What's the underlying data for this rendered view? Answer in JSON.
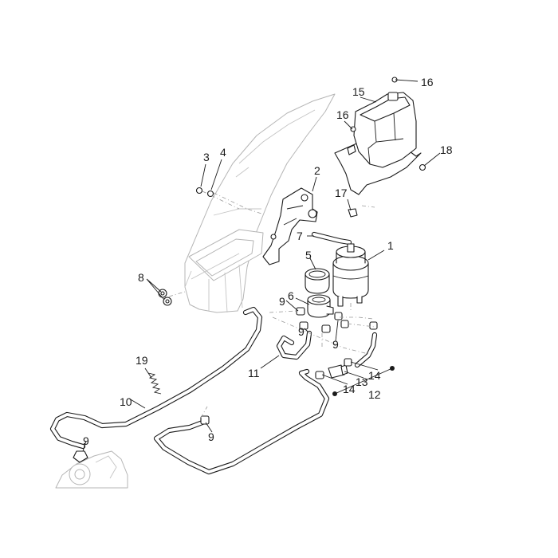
{
  "callouts": {
    "c1": "1",
    "c2": "2",
    "c3": "3",
    "c4": "4",
    "c5": "5",
    "c6": "6",
    "c7": "7",
    "c8": "8",
    "c9a": "9",
    "c9b": "9",
    "c9c": "9",
    "c9d": "9",
    "c9e": "9",
    "c10": "10",
    "c11": "11",
    "c12": "12",
    "c13": "13",
    "c14a": "14",
    "c14b": "14",
    "c15": "15",
    "c16a": "16",
    "c16b": "16",
    "c17": "17",
    "c18": "18",
    "c19": "19"
  },
  "colors": {
    "ink": "#1a1a1a",
    "ghost": "#b5b5b5",
    "background": "#ffffff"
  }
}
